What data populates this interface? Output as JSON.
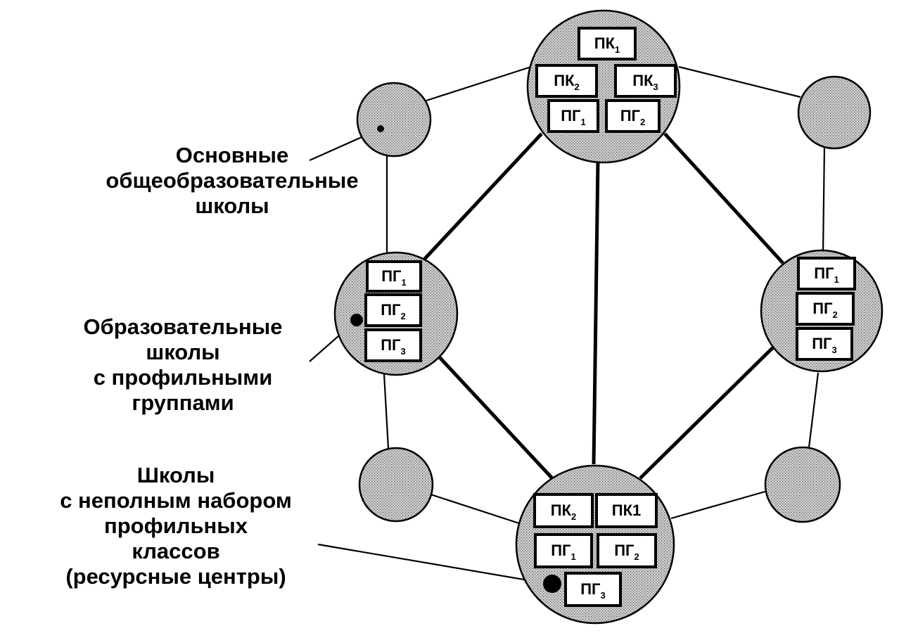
{
  "legend": {
    "basic_schools": [
      "Основные",
      "общеобразовательные",
      "школы"
    ],
    "profile_group_schools": [
      "Образовательные",
      "школы",
      "с профильными",
      "группами"
    ],
    "resource_center_schools": [
      "Школы",
      "с неполным набором",
      "профильных",
      "классов",
      "(ресурсные центры)"
    ]
  },
  "nodes": {
    "top_center": {
      "boxes": [
        {
          "prefix": "ПК",
          "sub": "1"
        },
        {
          "prefix": "ПК",
          "sub": "2"
        },
        {
          "prefix": "ПК",
          "sub": "3"
        },
        {
          "prefix": "ПГ",
          "sub": "1"
        },
        {
          "prefix": "ПГ",
          "sub": "2"
        }
      ]
    },
    "left_middle": {
      "boxes": [
        {
          "prefix": "ПГ",
          "sub": "1"
        },
        {
          "prefix": "ПГ",
          "sub": "2"
        },
        {
          "prefix": "ПГ",
          "sub": "3"
        }
      ]
    },
    "right_middle": {
      "boxes": [
        {
          "prefix": "ПГ",
          "sub": "1"
        },
        {
          "prefix": "ПГ",
          "sub": "2"
        },
        {
          "prefix": "ПГ",
          "sub": "3"
        }
      ]
    },
    "bottom_center": {
      "boxes": [
        {
          "prefix": "ПК",
          "sub": "2"
        },
        {
          "prefix": "ПК1",
          "sub": ""
        },
        {
          "prefix": "ПГ",
          "sub": "1"
        },
        {
          "prefix": "ПГ",
          "sub": "2"
        },
        {
          "prefix": "ПГ",
          "sub": "3"
        }
      ]
    }
  }
}
